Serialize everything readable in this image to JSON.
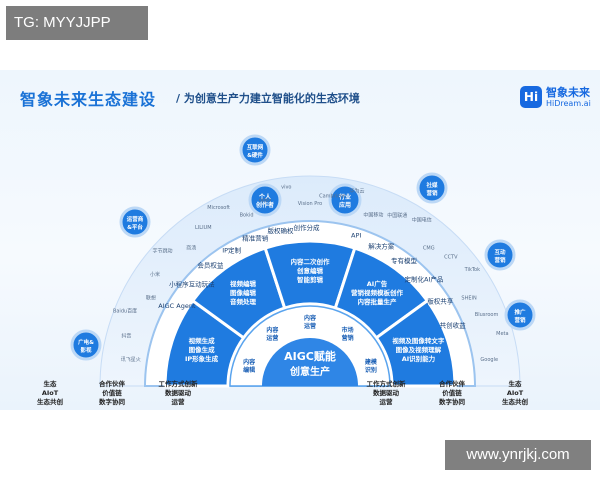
{
  "watermark_top": "TG: MYYJJPP",
  "watermark_bottom": "www.ynrjkj.com",
  "title": "智象未来生态建设",
  "subtitle": "/ 为创意生产力建立智能化的生态环境",
  "logo": {
    "mark": "Hi",
    "cn": "智象未来",
    "en": "HiDream.ai"
  },
  "colors": {
    "primary": "#1769e0",
    "light": "#5aa4ee",
    "pale": "#d8e9fb"
  },
  "core": {
    "line1": "AIGC赋能",
    "line2": "创意生产"
  },
  "inner_ring": [
    "内容编辑",
    "内容运营",
    "内容运营",
    "市场营销",
    "建模识别"
  ],
  "sectors": [
    [
      "视频生成",
      "图像生成",
      "IP形象生成"
    ],
    [
      "视频编辑",
      "图像编辑",
      "音频处理"
    ],
    [
      "内容二次创作",
      "创意编辑",
      "智能剪辑"
    ],
    [
      "AI广告",
      "营销视频模板创作",
      "内容批量生产"
    ],
    [
      "视频及图像转文字",
      "图像及视频理解",
      "AI识别能力"
    ]
  ],
  "arc_labels": {
    "left": [
      "AIGC Agent",
      "小程序互动玩法",
      "会员权益",
      "IP定制",
      "精准营销",
      "版权确权",
      "创作分成"
    ],
    "right": [
      "API",
      "解决方案",
      "专有模型",
      "定制化AI产品",
      "版权共享",
      "共创收益"
    ]
  },
  "bubbles": [
    "个人创作者",
    "行业应用"
  ],
  "outer_badges": [
    "广电&影视",
    "运营商&平台",
    "互联网&硬件",
    "社媒营销",
    "互动营销",
    "推广营销"
  ],
  "brands": [
    "讯飞星火",
    "抖音",
    "Baidu百度",
    "联想",
    "小米",
    "字节跳动",
    "商汤",
    "LILIUM",
    "Microsoft",
    "Bokid",
    "oppo",
    "vivo",
    "Vision Pro",
    "Cambricon",
    "华为云",
    "中国移动",
    "中国联通",
    "中国电信",
    "CMG",
    "CCTV",
    "TikTok",
    "SHEIN",
    "Blusroom",
    "Meta",
    "Google"
  ],
  "footer": [
    [
      "生态",
      "AIoT",
      "生态共创"
    ],
    [
      "合作伙伴",
      "价值链",
      "数字协同"
    ],
    [
      "工作方式创新",
      "数据驱动",
      "运营"
    ],
    [
      "工作方式创新",
      "数据驱动",
      "运营"
    ],
    [
      "合作伙伴",
      "价值链",
      "数字协同"
    ],
    [
      "生态",
      "AIoT",
      "生态共创"
    ]
  ]
}
